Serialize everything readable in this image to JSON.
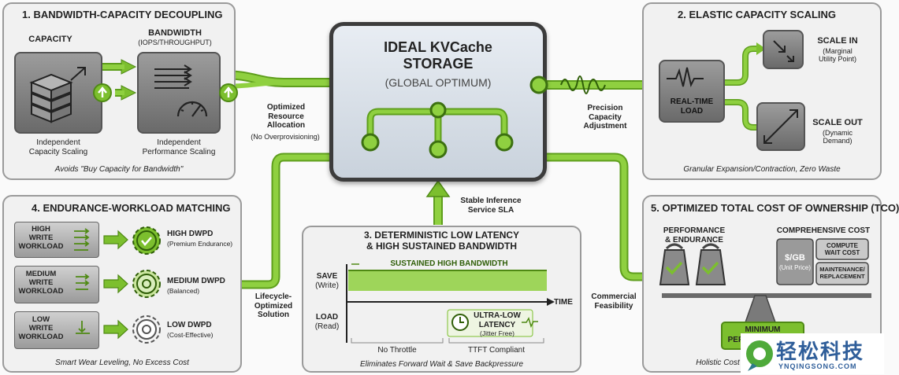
{
  "colors": {
    "accent": "#7cbf2e",
    "accent_dark": "#4f8a14",
    "panel_bg": "#f1f1f1",
    "border": "#9a9a9a"
  },
  "center": {
    "title1": "IDEAL KVCache",
    "title2": "STORAGE",
    "subtitle": "(GLOBAL OPTIMUM)"
  },
  "p1": {
    "title": "1. BANDWIDTH-CAPACITY DECOUPLING",
    "capacity": "CAPACITY",
    "bandwidth": "BANDWIDTH",
    "bandwidth_sub": "(IOPS/THROUGHPUT)",
    "cap_caption": "Independent\nCapacity Scaling",
    "bw_caption": "Independent\nPerformance Scaling",
    "footer": "Avoids \"Buy Capacity for Bandwidth\""
  },
  "opt_alloc": {
    "title": "Optimized\nResource\nAllocation",
    "sub": "(No Overprovisioning)"
  },
  "p2": {
    "title": "2. ELASTIC CAPACITY SCALING",
    "load": "REAL-TIME\nLOAD",
    "scale_in": "SCALE IN",
    "scale_in_sub": "(Marginal\nUtility Point)",
    "scale_out": "SCALE OUT",
    "scale_out_sub": "(Dynamic\nDemand)",
    "footer": "Granular Expansion/Contraction, Zero Waste"
  },
  "precision": "Precision\nCapacity\nAdjustment",
  "sla": "Stable Inference\nService SLA",
  "p3": {
    "title": "3. DETERMINISTIC LOW LATENCY\n& HIGH SUSTAINED BANDWIDTH",
    "save": "SAVE",
    "save_sub": "(Write)",
    "load": "LOAD",
    "load_sub": "(Read)",
    "sustained": "SUSTAINED HIGH BANDWIDTH",
    "time": "TIME",
    "latency": "ULTRA-LOW\nLATENCY",
    "latency_sub": "(Jitter Free)",
    "no_throttle": "No Throttle",
    "ttft": "TTFT Compliant",
    "footer": "Eliminates Forward Wait & Save Backpressure"
  },
  "p4": {
    "title": "4. ENDURANCE-WORKLOAD MATCHING",
    "rows": [
      {
        "workload": "HIGH\nWRITE\nWORKLOAD",
        "dwpd": "HIGH DWPD",
        "sub": "(Premium Endurance)"
      },
      {
        "workload": "MEDIUM\nWRITE\nWORKLOAD",
        "dwpd": "MEDIUM DWPD",
        "sub": "(Balanced)"
      },
      {
        "workload": "LOW\nWRITE\nWORKLOAD",
        "dwpd": "LOW DWPD",
        "sub": "(Cost-Effective)"
      }
    ],
    "footer": "Smart Wear Leveling, No Excess Cost"
  },
  "lifecycle": "Lifecycle-\nOptimized\nSolution",
  "commercial": "Commercial\nFeasibility",
  "p5": {
    "title": "5. OPTIMIZED TOTAL COST OF OWNERSHIP (TCO)",
    "perf": "PERFORMANCE\n& ENDURANCE",
    "comp": "COMPREHENSIVE COST",
    "gb": "$/GB",
    "gb_sub": "(Unit Price)",
    "compute": "COMPUTE\nWAIT COST",
    "maint": "MAINTENANCE/\nREPLACEMENT",
    "min": "MINIMUM",
    "min2": "PER TOKEN COST",
    "footer": "Holistic Cost"
  },
  "watermark": {
    "name": "轻松科技",
    "url": "YNQINGSONG.COM"
  }
}
